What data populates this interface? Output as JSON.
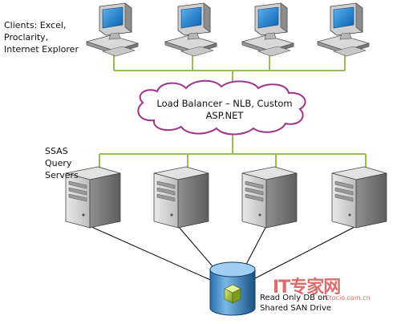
{
  "clients": {
    "label_lines": [
      "Clients: Excel,",
      "Proclarity,",
      "Internet Explorer"
    ],
    "icon": "desktop-computer-icon",
    "count": 4
  },
  "load_balancer": {
    "label_lines": [
      "Load Balancer – NLB, Custom",
      "ASP.NET"
    ],
    "icon": "cloud-shape"
  },
  "query_servers": {
    "label_lines": [
      "SSAS",
      "Query",
      "Servers"
    ],
    "icon": "server-tower-icon",
    "count": 4
  },
  "database": {
    "label_lines": [
      "Read Only DB on",
      "Shared SAN Drive"
    ],
    "icon": "database-cylinder-icon"
  },
  "watermark": {
    "main": "IT专家网",
    "sub": "Ctocio.com.cn"
  },
  "colors": {
    "client_line": "#9bbb59",
    "server_line": "#9bbb59",
    "cloud_outline": "#a0338c",
    "db_line": "#000000",
    "screen": "#1e82d2"
  }
}
